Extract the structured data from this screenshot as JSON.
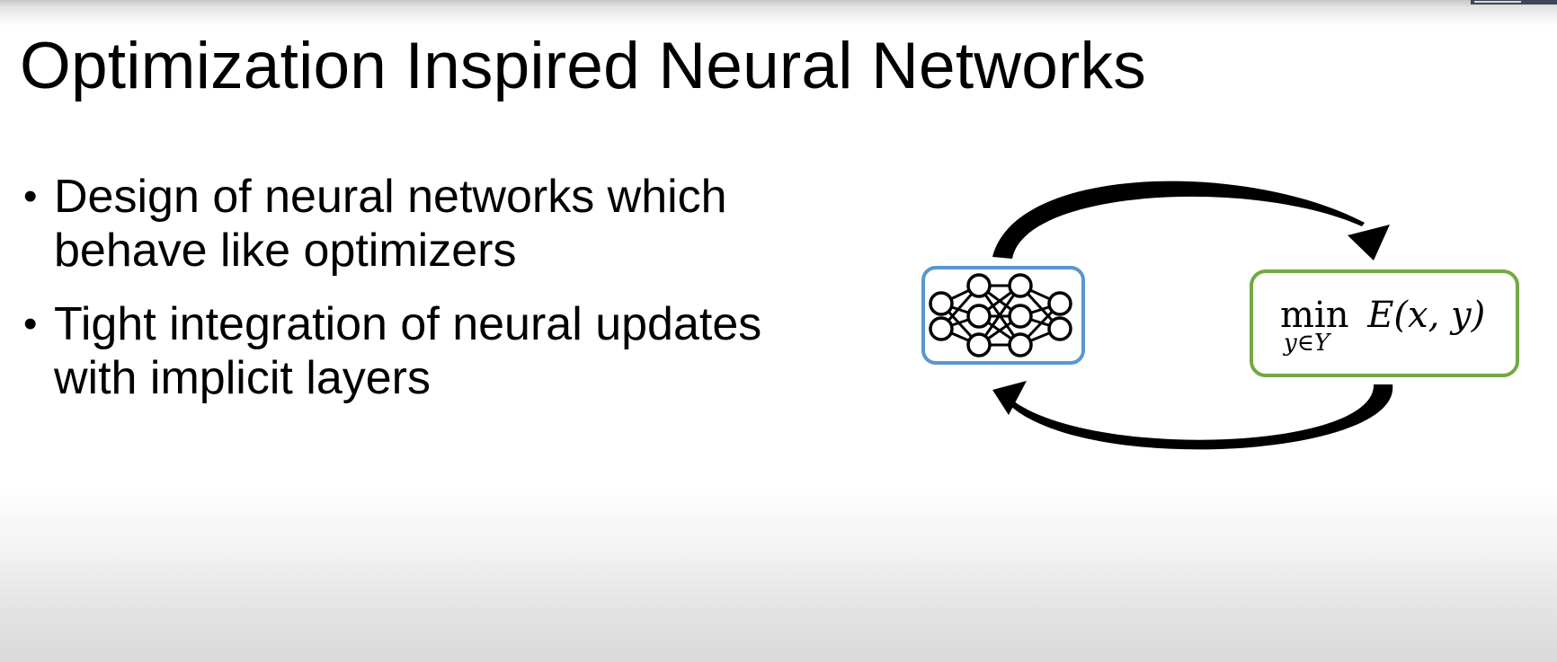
{
  "slide": {
    "title": "Optimization Inspired Neural Networks",
    "bullets": [
      {
        "lines": [
          "Design of neural networks which",
          "behave like optimizers"
        ]
      },
      {
        "lines": [
          "Tight integration of neural updates",
          "with implicit layers"
        ]
      }
    ]
  },
  "diagram": {
    "left_box": {
      "icon": "neural-network-icon",
      "border_color": "#5a96cf"
    },
    "right_box": {
      "border_color": "#73a845",
      "formula_operator": "min",
      "formula_subscript": "y∈Y",
      "formula_expression": "E(x, y)"
    },
    "arrows": [
      "top-arrow-left-to-right",
      "bottom-arrow-right-to-left"
    ]
  }
}
